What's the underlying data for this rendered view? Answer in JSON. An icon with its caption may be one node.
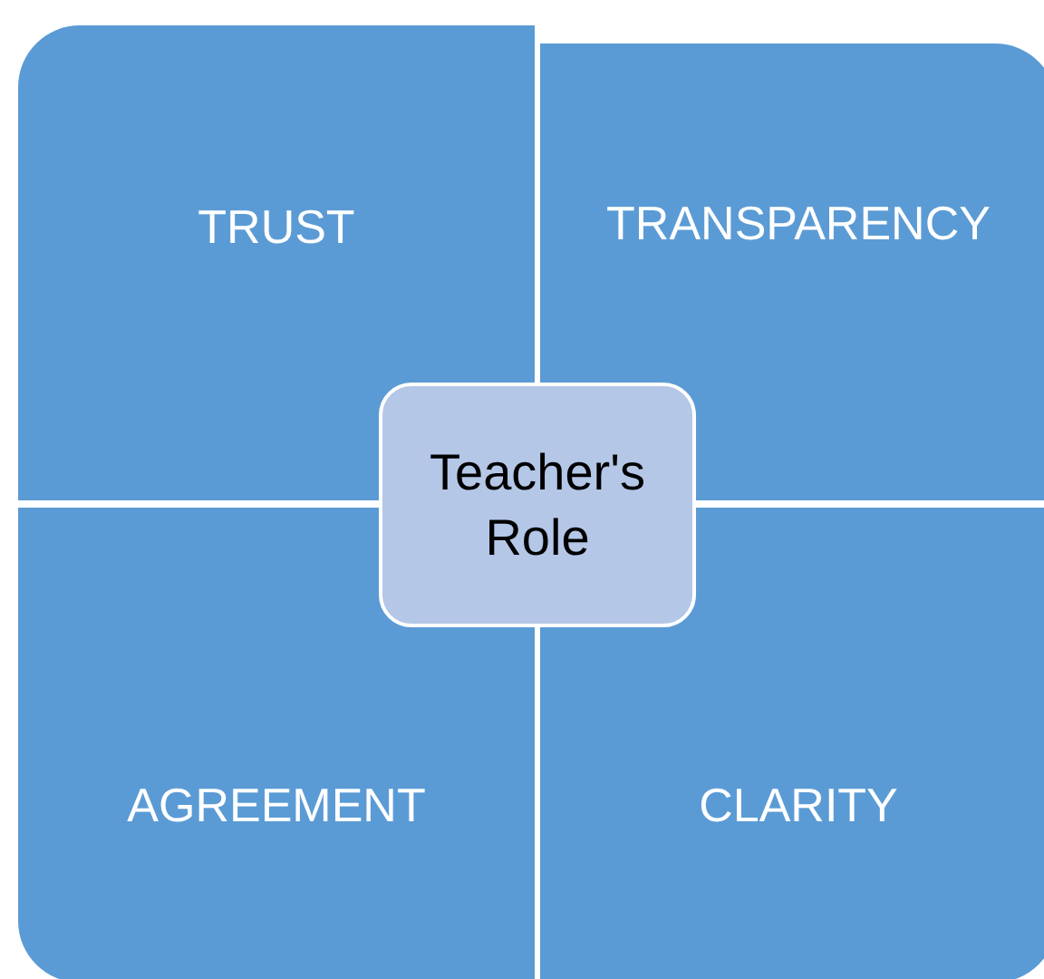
{
  "diagram": {
    "nodes": [
      {
        "text": [
          "TRUST"
        ]
      },
      {
        "text": [
          "TRANSPARENCY"
        ]
      },
      {
        "text": [
          "Teacher's Role"
        ]
      },
      {
        "text": [
          "AGREEMENT"
        ]
      },
      {
        "text": [
          "CLARITY"
        ]
      }
    ]
  }
}
